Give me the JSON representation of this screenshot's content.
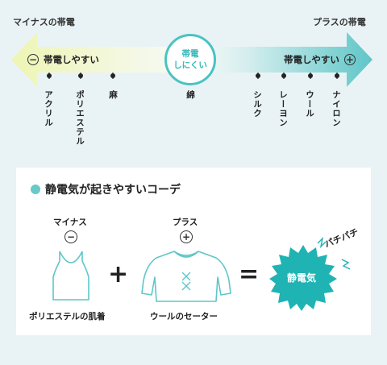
{
  "scale": {
    "minus_end_label": "マイナスの帯電",
    "plus_end_label": "プラスの帯電",
    "left_band_text": "帯電しやすい",
    "right_band_text": "帯電しやすい",
    "minus_sign": "−",
    "plus_sign": "+",
    "center_line1": "帯電",
    "center_line2": "しにくい",
    "materials": [
      "アクリル",
      "ポリエステル",
      "麻",
      "綿",
      "シルク",
      "レーヨン",
      "ウール",
      "ナイロン"
    ],
    "colors": {
      "left": "#e6f0a8",
      "right": "#5fc6c8",
      "accent": "#4bc2c2"
    }
  },
  "example": {
    "title": "静電気が起きやすいコーデ",
    "minus_label": "マイナス",
    "plus_label": "プラス",
    "minus_sign": "−",
    "plus_sign": "+",
    "item1": "ポリエステルの肌着",
    "item2": "ウールのセーター",
    "plus_operator": "+",
    "equals_operator": "=",
    "result": "静電気",
    "sound": "パチパチ"
  }
}
